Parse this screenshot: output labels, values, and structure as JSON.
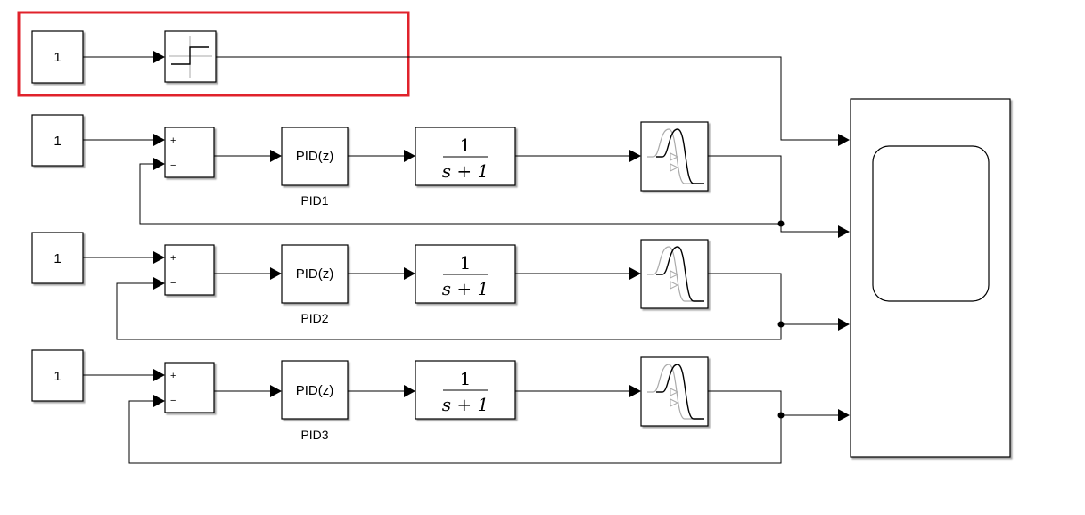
{
  "highlight_color": "#e0222b",
  "top_row": {
    "constant_value": "1",
    "step_icon": "step-icon"
  },
  "loops": [
    {
      "constant_value": "1",
      "sum_signs": [
        "+",
        "−"
      ],
      "controller_text": "PID(z)",
      "controller_name": "PID1",
      "plant_numerator": "1",
      "plant_denominator": "s + 1",
      "delay_icon": "transport-delay-icon"
    },
    {
      "constant_value": "1",
      "sum_signs": [
        "+",
        "−"
      ],
      "controller_text": "PID(z)",
      "controller_name": "PID2",
      "plant_numerator": "1",
      "plant_denominator": "s + 1",
      "delay_icon": "transport-delay-icon"
    },
    {
      "constant_value": "1",
      "sum_signs": [
        "+",
        "−"
      ],
      "controller_text": "PID(z)",
      "controller_name": "PID3",
      "plant_numerator": "1",
      "plant_denominator": "s + 1",
      "delay_icon": "transport-delay-icon"
    }
  ],
  "scope": {
    "icon": "scope-display-icon",
    "input_ports": 4
  }
}
